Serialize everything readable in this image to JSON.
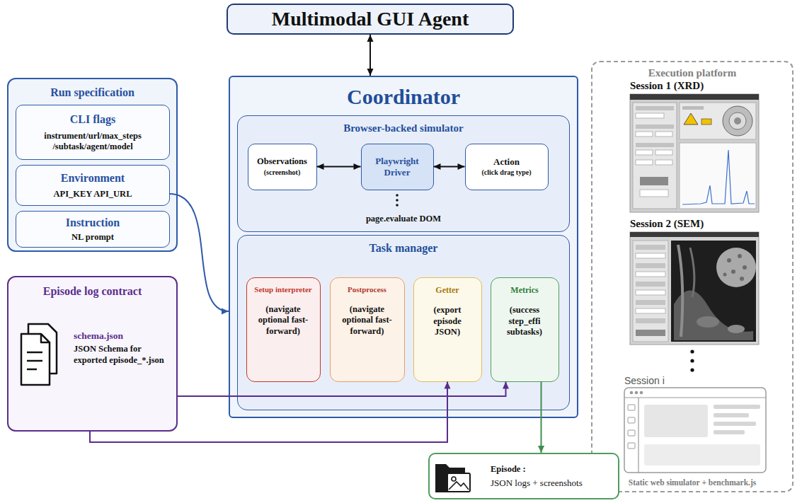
{
  "diagram": {
    "nodes": [
      {
        "text": [
          "Multimodal GUI Agent"
        ]
      },
      {
        "text": [
          "Run specification"
        ]
      },
      {
        "text": [
          "CLI flags",
          "instrument/url/max_steps /subtask/agent/model"
        ],
        "in": 1
      },
      {
        "text": [
          "Environment",
          "API_KEY API_URL"
        ],
        "in": 1
      },
      {
        "text": [
          "Instruction",
          "NL prompt"
        ],
        "in": 1
      },
      {
        "text": [
          "Episode log contract",
          "schema.json",
          "JSON Schema for exported episode_*.json"
        ]
      },
      {
        "text": [
          "Coordinator"
        ]
      },
      {
        "text": [
          "Browser-backed simulator",
          "page.evaluate DOM"
        ],
        "in": 6
      },
      {
        "text": [
          "Observations",
          "(screenshot)"
        ],
        "in": 7
      },
      {
        "text": [
          "Playwright Driver"
        ],
        "in": 7
      },
      {
        "text": [
          "Action",
          "(click drag type)"
        ],
        "in": 7
      },
      {
        "text": [
          "Task manager"
        ],
        "in": 6
      },
      {
        "text": [
          "Setup interpreter",
          "(navigate optional fast-forward)"
        ],
        "in": 11
      },
      {
        "text": [
          "Postprocess",
          "(navigate optional fast-forward)"
        ],
        "in": 11
      },
      {
        "text": [
          "Getter",
          "(export episode JSON)"
        ],
        "in": 11
      },
      {
        "text": [
          "Metrics",
          "(success step_effi subtasks)"
        ],
        "in": 11
      },
      {
        "text": [
          "Execution platform"
        ]
      },
      {
        "text": [
          "Episode :",
          "JSON logs + screenshots"
        ]
      }
    ],
    "edges": [
      {
        "from": 0,
        "to": 6,
        "arrow": "both"
      },
      {
        "from": 8,
        "to": 9,
        "arrow": "both"
      },
      {
        "from": 9,
        "to": 10,
        "arrow": "both"
      },
      {
        "from": 3,
        "to": 6,
        "arrow": "to"
      },
      {
        "from": 5,
        "to": 15,
        "arrow": "to"
      },
      {
        "from": 5,
        "to": 14,
        "arrow": "to"
      },
      {
        "from": 15,
        "to": 17,
        "arrow": "to"
      }
    ],
    "labels": [
      "Session 1 (XRD)",
      "Session 2 (SEM)",
      "Session i",
      "Static web simulator + benchmark.js"
    ]
  }
}
